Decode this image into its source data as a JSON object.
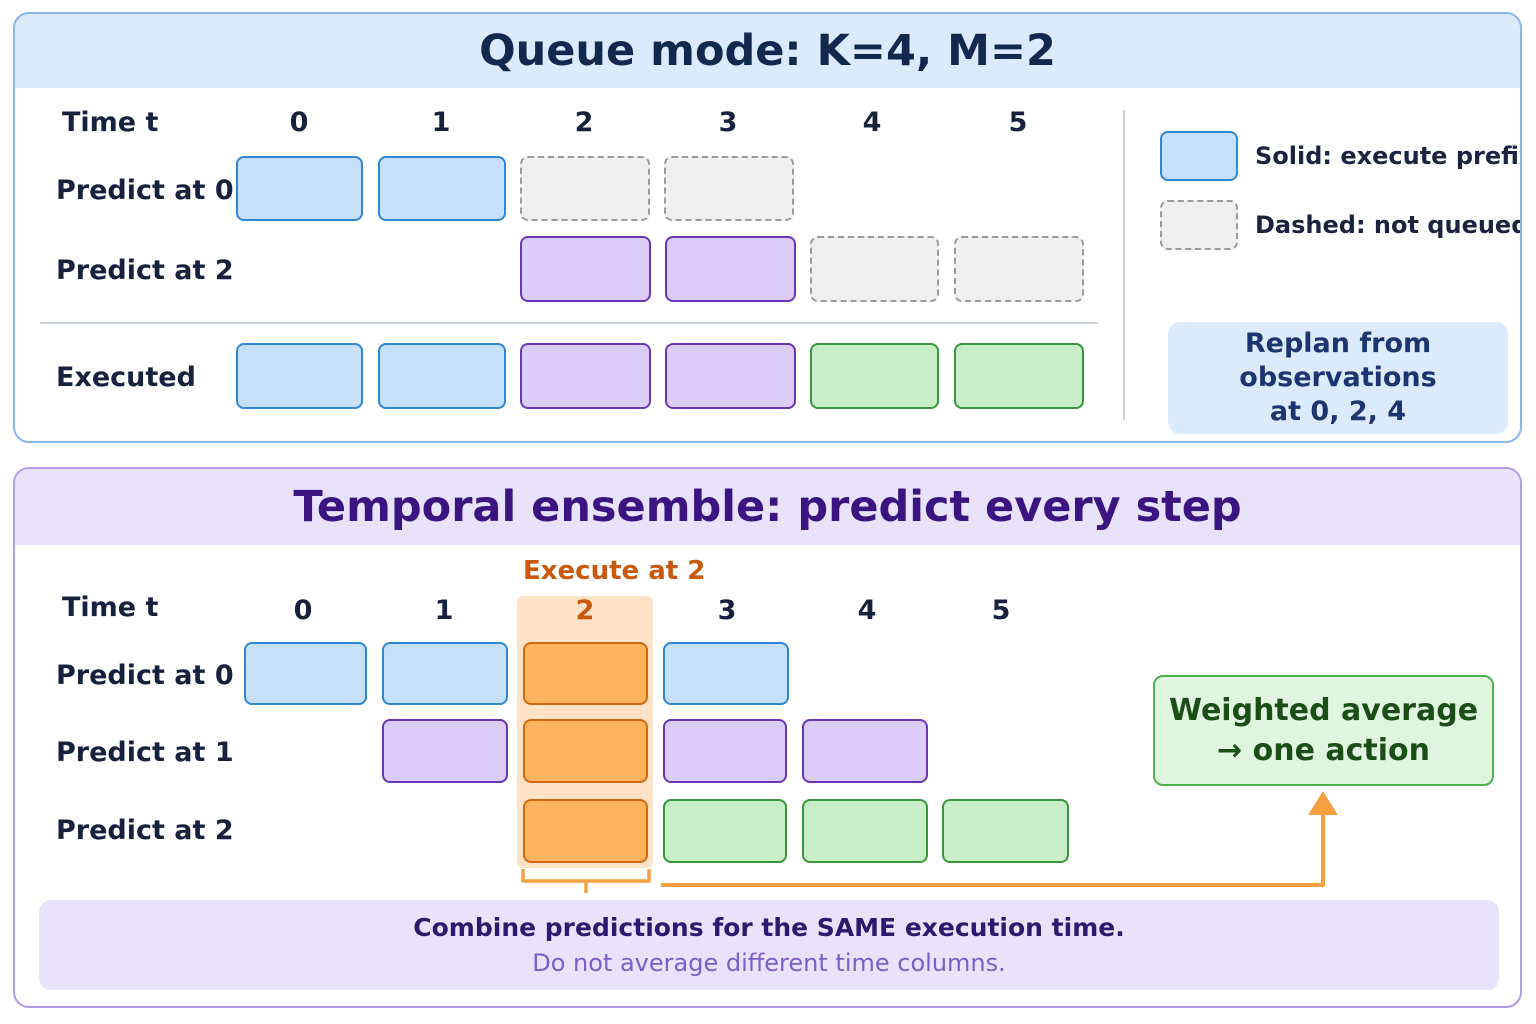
{
  "queue": {
    "title": "Queue mode: K=4, M=2",
    "time_label": "Time t",
    "ticks": [
      "0",
      "1",
      "2",
      "3",
      "4",
      "5"
    ],
    "rows": {
      "predict0": "Predict at 0",
      "predict2": "Predict at 2",
      "executed": "Executed"
    },
    "legend": {
      "solid": "Solid: execute prefix",
      "dashed": "Dashed: not queued"
    },
    "replan": [
      "Replan from",
      "observations",
      "at 0, 2, 4"
    ]
  },
  "ensemble": {
    "title": "Temporal ensemble: predict every step",
    "execute_label": "Execute at 2",
    "time_label": "Time t",
    "ticks": [
      "0",
      "1",
      "2",
      "3",
      "4",
      "5"
    ],
    "rows": {
      "predict0": "Predict at 0",
      "predict1": "Predict at 1",
      "predict2": "Predict at 2"
    },
    "weighted": [
      "Weighted average",
      "→ one action"
    ],
    "combine_main": "Combine predictions for the SAME execution time.",
    "combine_sub": "Do not average different time columns."
  },
  "colors": {
    "blue": "#c6e0fb",
    "purple": "#dccdf8",
    "green": "#c8eec6",
    "orange": "#ffb35c",
    "dashed_gray": "#efefef",
    "arrow": "#f5a040"
  }
}
